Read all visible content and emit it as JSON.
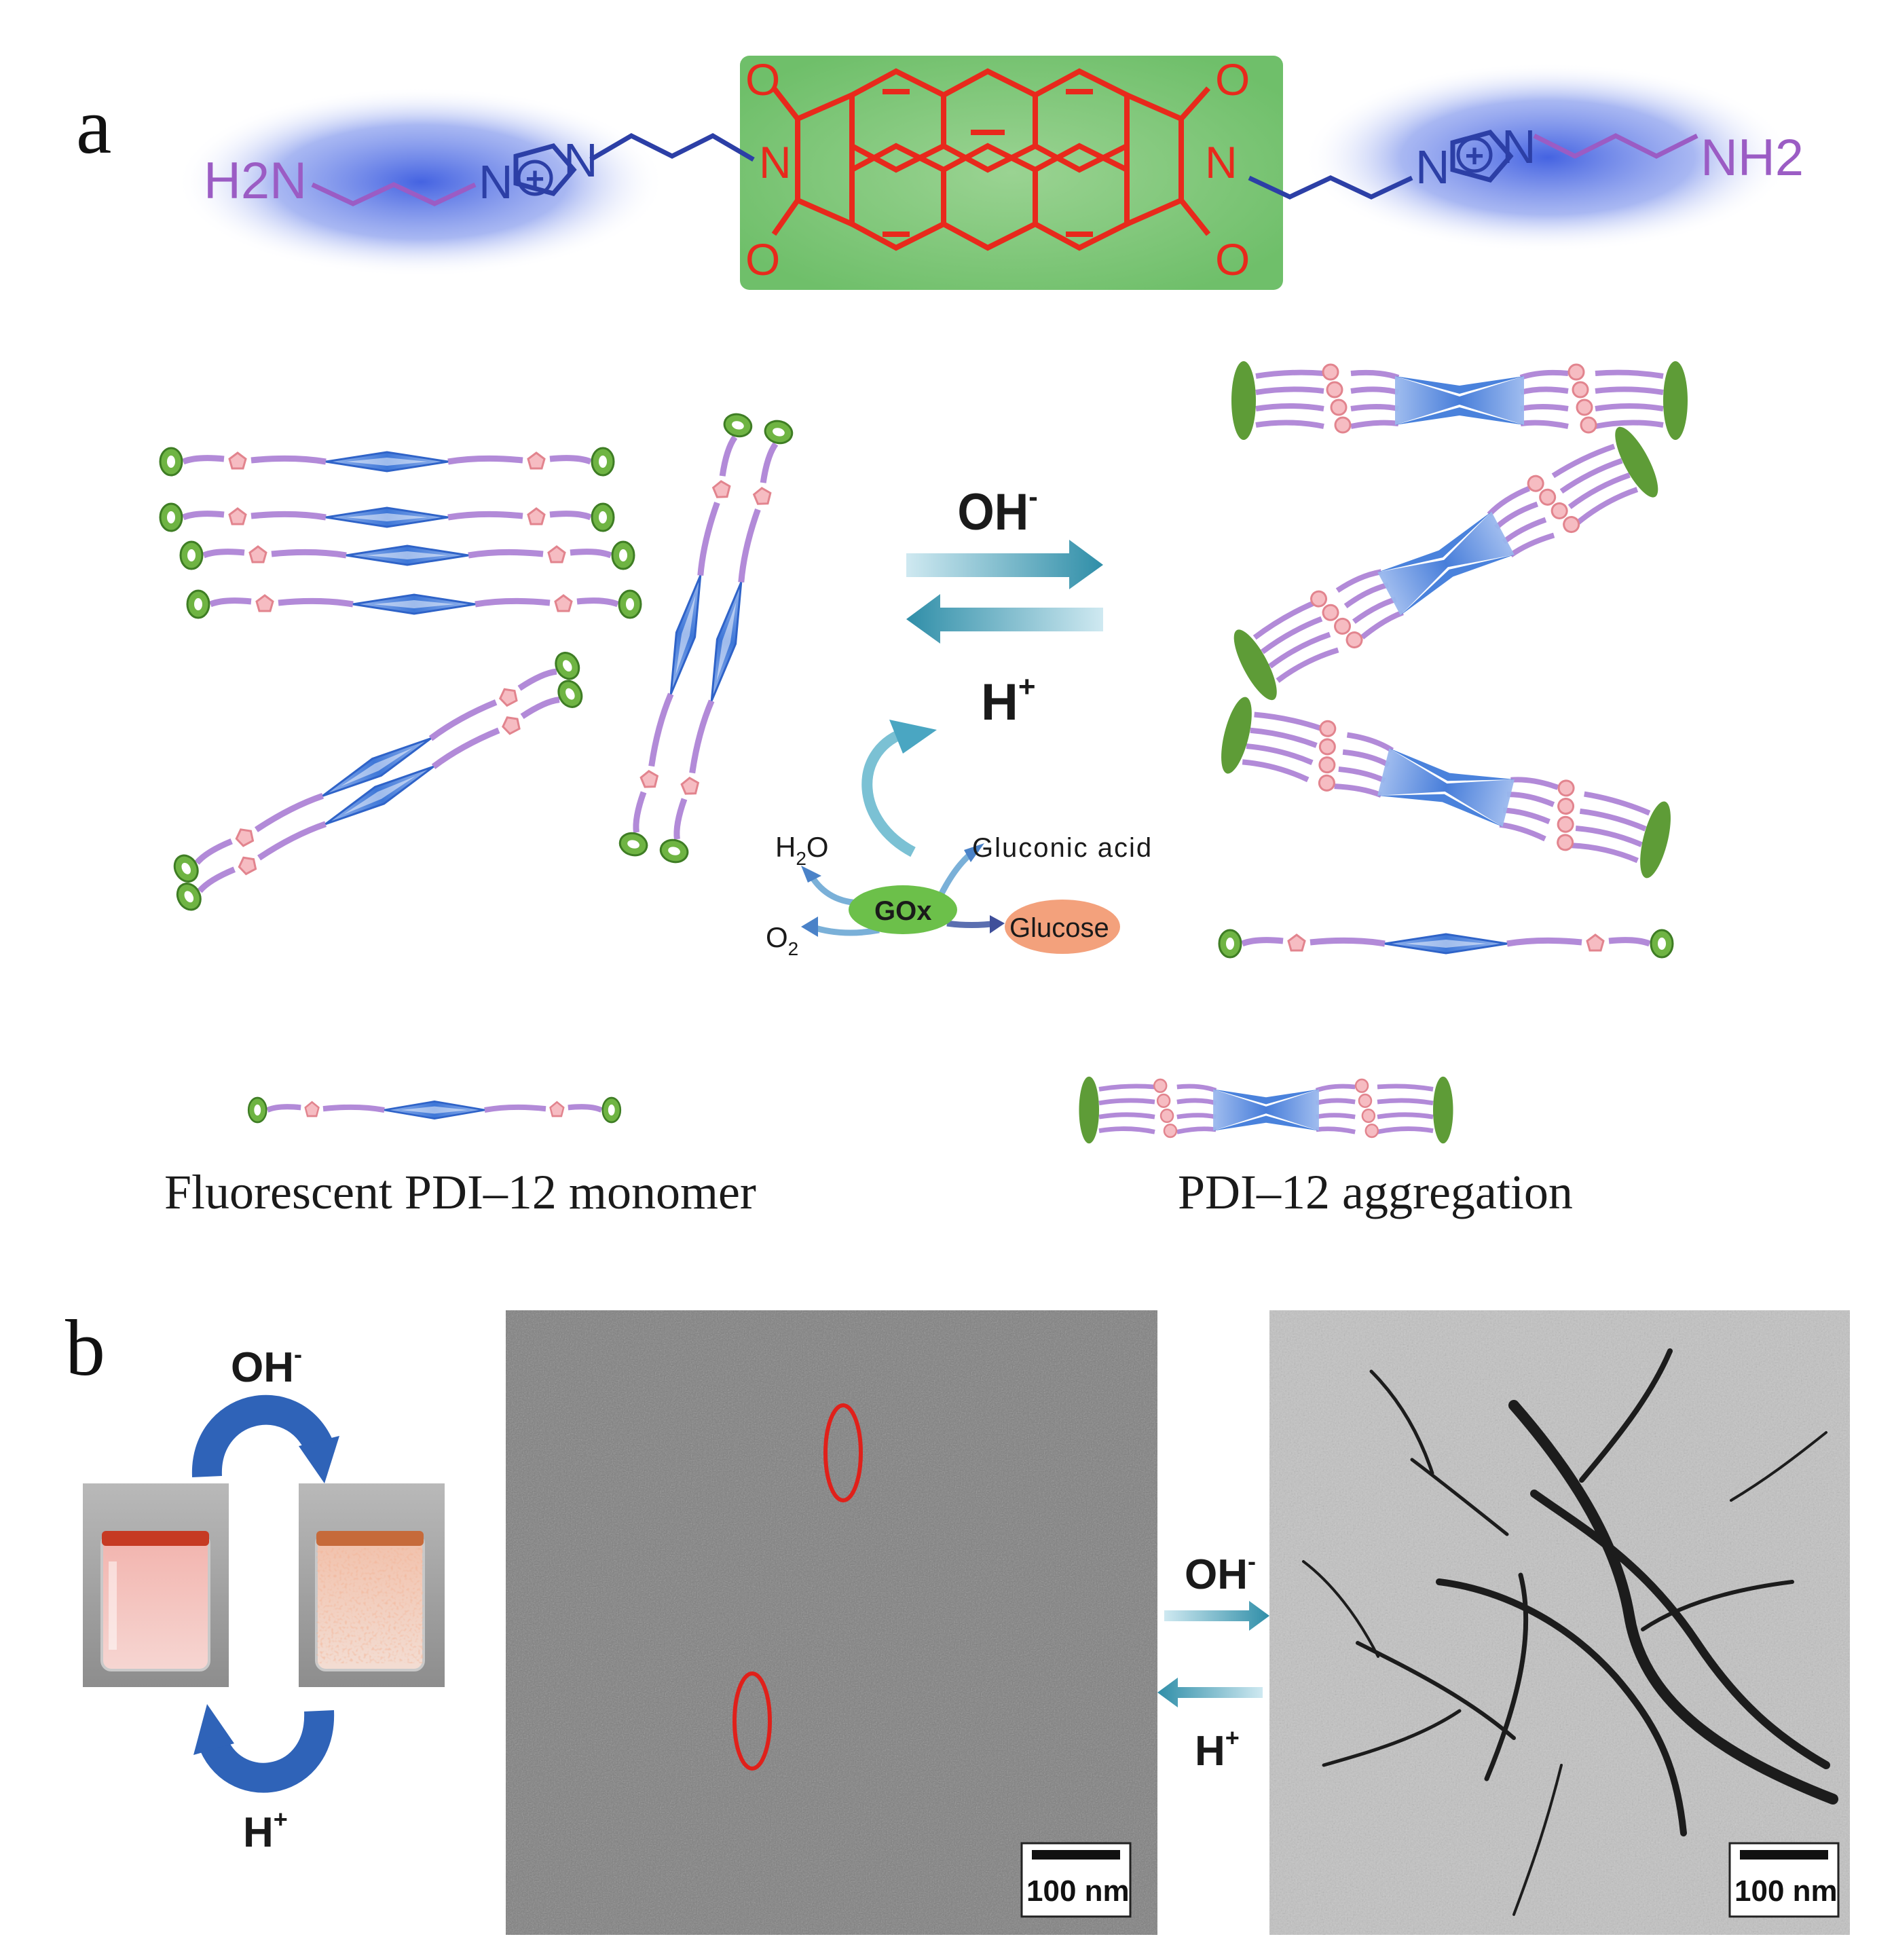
{
  "panel_a": {
    "label": "a",
    "molecule": {
      "left_amine": "H2N",
      "right_amine": "NH2",
      "nitrogen": "N",
      "oxygen": "O",
      "charge": "+"
    },
    "scheme": {
      "forward_reagent": "OH",
      "forward_charge": "-",
      "reverse_reagent": "H",
      "reverse_charge": "+",
      "enzyme": "GOx",
      "substrate": "Glucose",
      "product": "Gluconic acid",
      "water": "H",
      "water_sub": "2",
      "water_o": "O",
      "oxygen_gas": "O",
      "oxygen_sub": "2"
    },
    "caption_left": "Fluorescent PDI–12 monomer",
    "caption_right": "PDI–12 aggregation"
  },
  "panel_b": {
    "label": "b",
    "vial_top_reagent": "OH",
    "vial_top_charge": "-",
    "vial_bottom_reagent": "H",
    "vial_bottom_charge": "+",
    "tem_forward": "OH",
    "tem_forward_charge": "-",
    "tem_reverse": "H",
    "tem_reverse_charge": "+",
    "scale_bar_left": "100 nm",
    "scale_bar_right": "100 nm"
  },
  "colors": {
    "core": "#e8291c",
    "core_bg": "#7dc97a",
    "linker": "#2c3fa6",
    "amine": "#9b5cc4",
    "halo": "#5b78e0",
    "arrow": "#3a9ab5",
    "green_end": "#4f9a33",
    "pink_ring": "#f2a0a8",
    "purple_chain": "#b28ad8",
    "blue_core": "#5d8fe0"
  }
}
